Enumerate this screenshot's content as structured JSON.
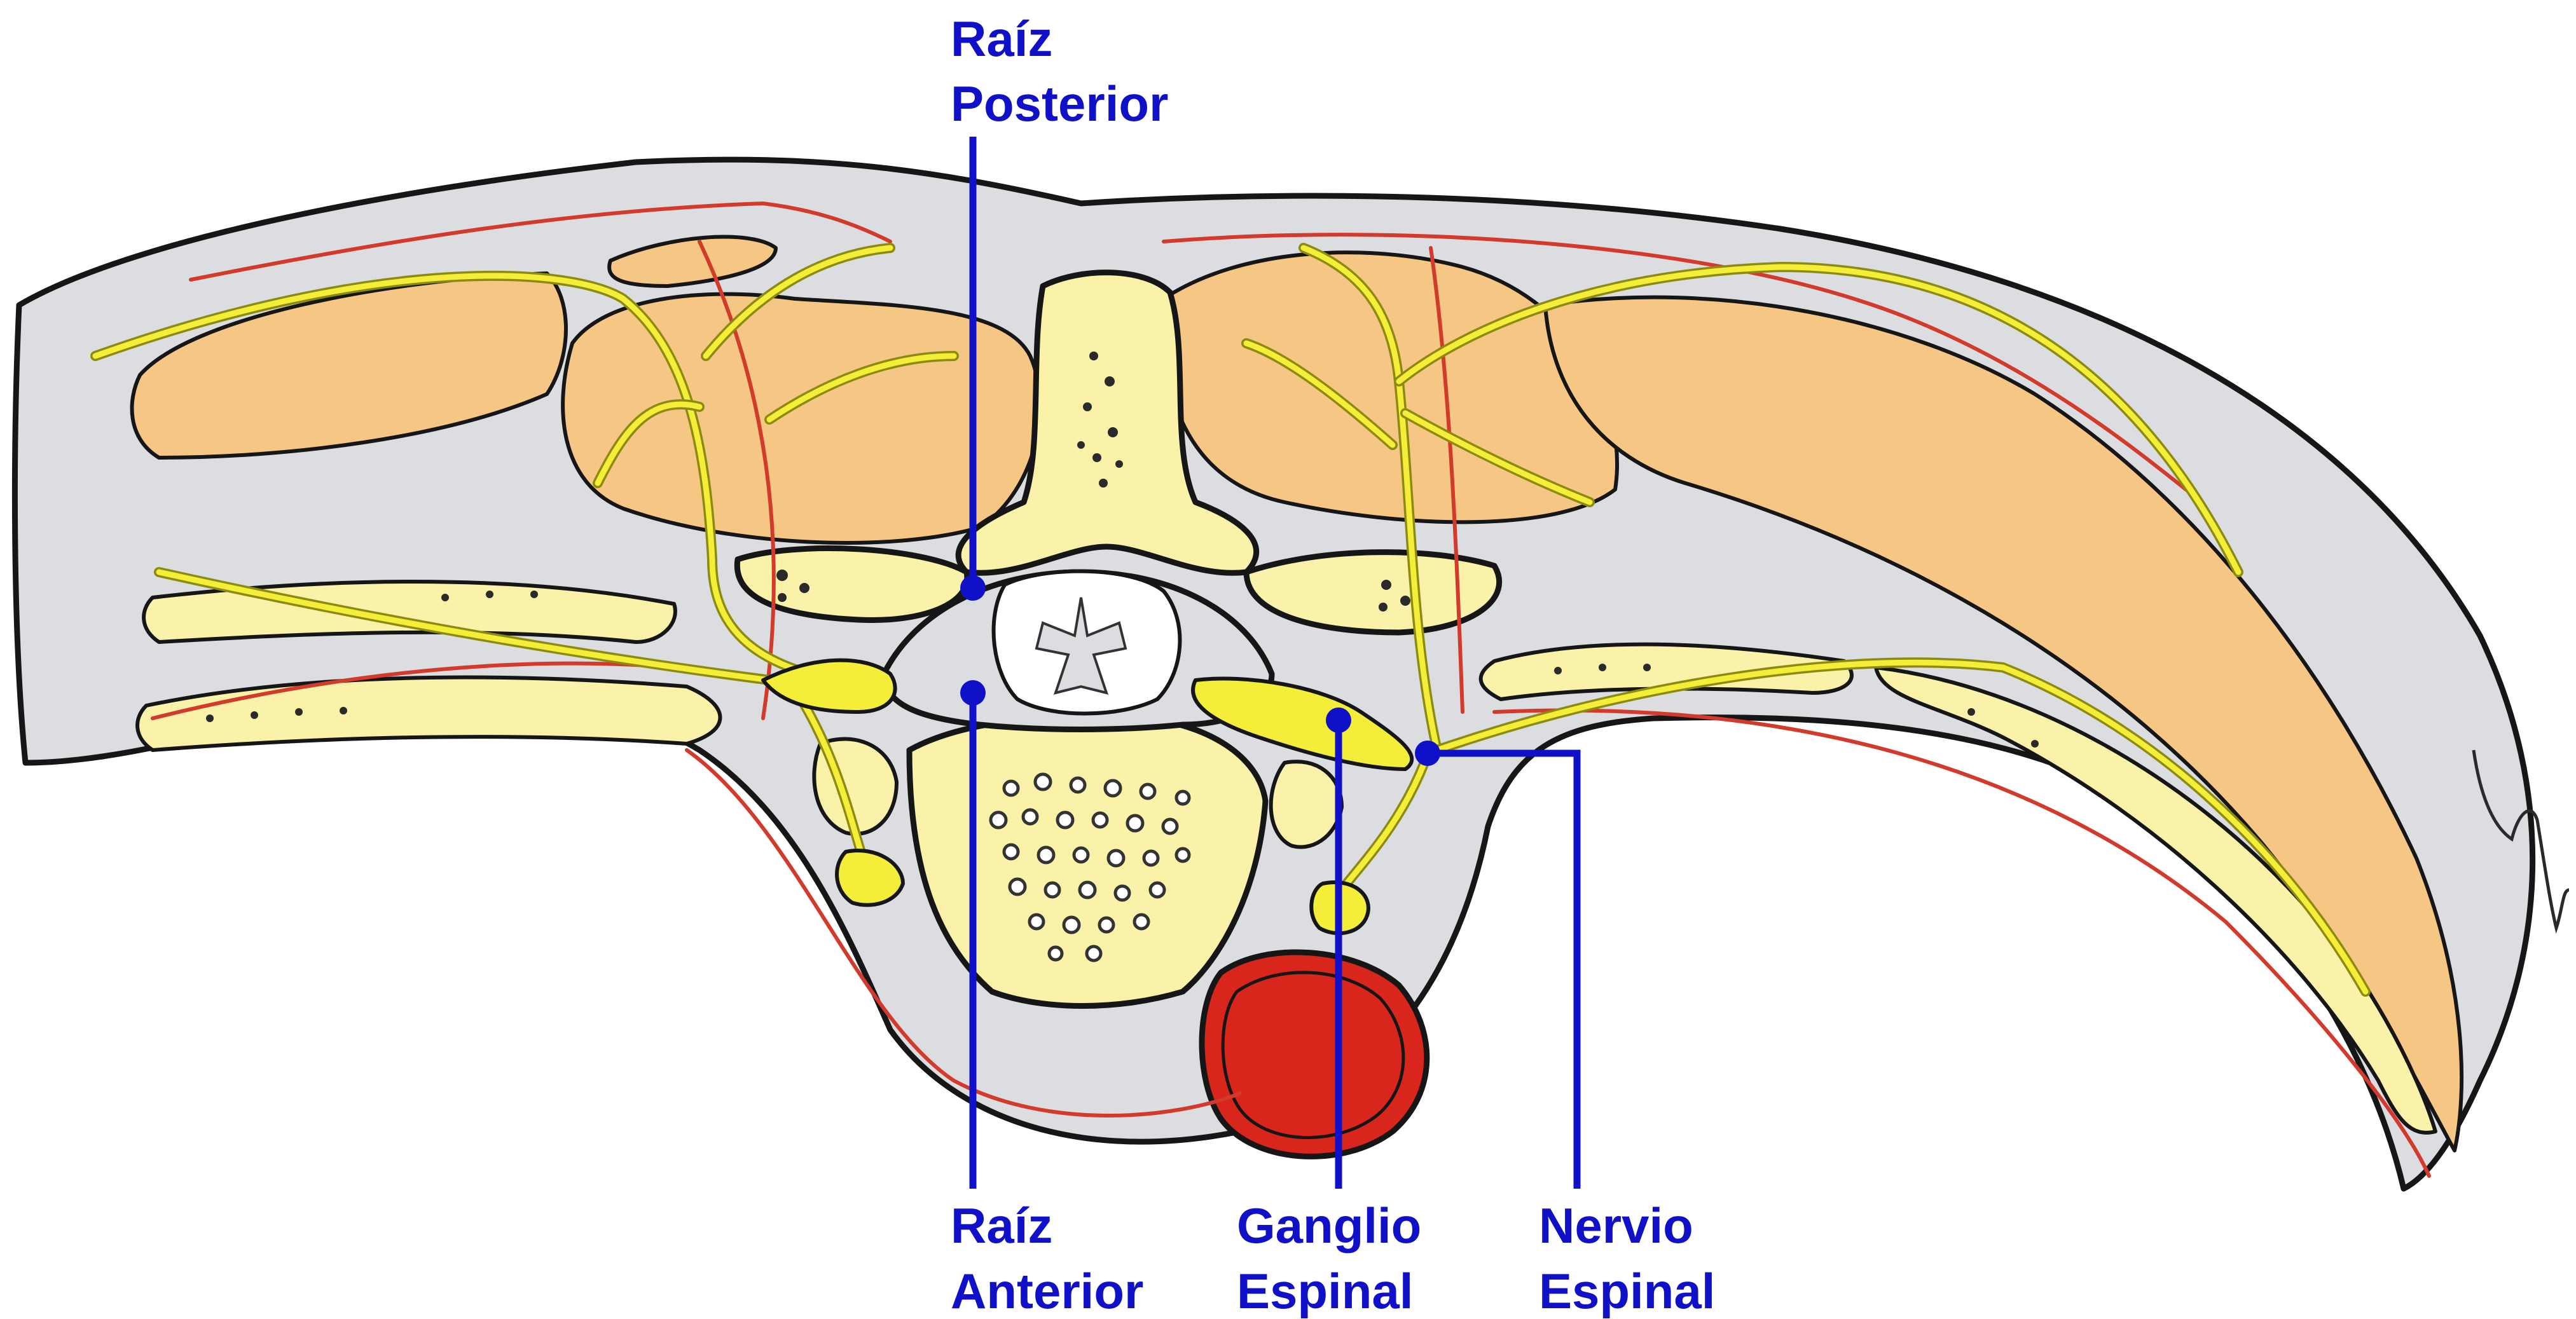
{
  "labels": {
    "raiz_posterior": {
      "line1": "Raíz",
      "line2": "Posterior"
    },
    "raiz_anterior": {
      "line1": "Raíz",
      "line2": "Anterior"
    },
    "ganglio_espinal": {
      "line1": "Ganglio",
      "line2": "Espinal"
    },
    "nervio_espinal": {
      "line1": "Nervio",
      "line2": "Espinal"
    }
  },
  "colors": {
    "label_blue": "#1010c8",
    "skin_gray": "#dcdde0",
    "muscle_orange": "#f6c784",
    "bone_yellow": "#f9f2a8",
    "nerve_yellow": "#f4ee38",
    "aorta_red": "#d8261c",
    "vessel_red": "#d23a2c"
  }
}
